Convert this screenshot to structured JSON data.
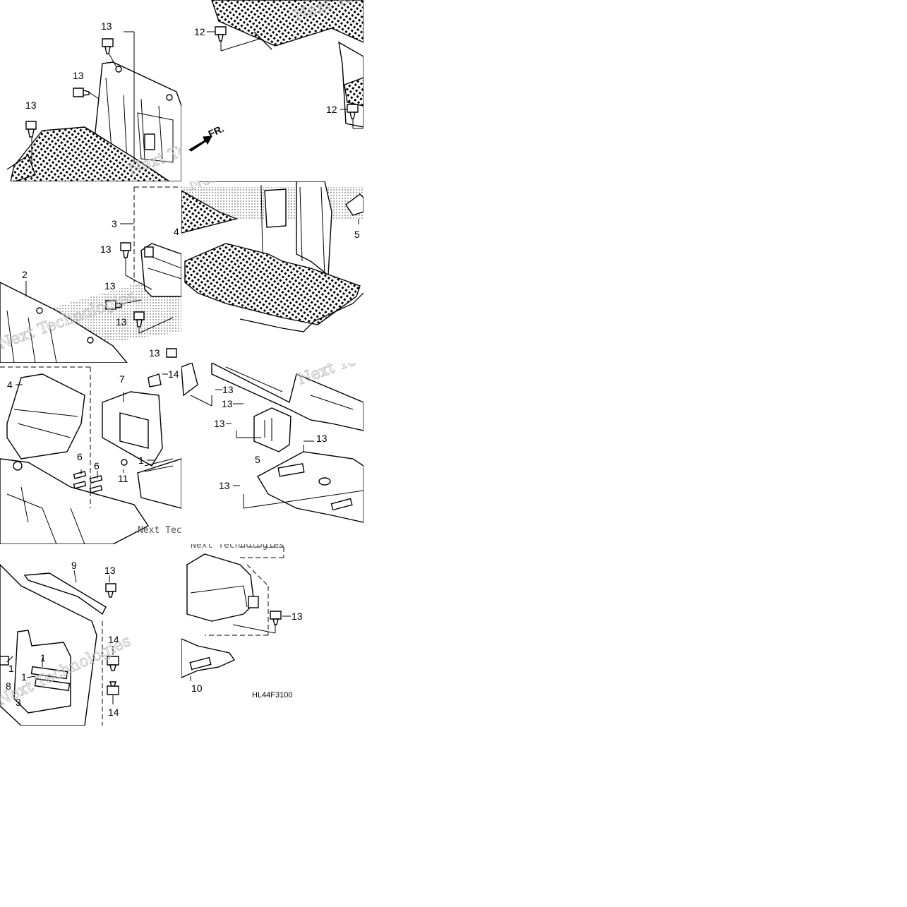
{
  "diagram": {
    "code": "HL44F3100",
    "front_marker": "FR.",
    "watermark": "Next Technologies",
    "tile_1": {
      "callouts": {
        "a": "13",
        "b": "13",
        "c": "13"
      }
    },
    "tile_2": {
      "callouts": {
        "a": "12",
        "b": "12"
      }
    },
    "tile_3": {
      "callouts": {
        "a": "3",
        "b": "4",
        "c": "13",
        "d": "2",
        "e": "13",
        "f": "13",
        "g": "13"
      }
    },
    "tile_4": {
      "callouts": {
        "a": "5"
      }
    },
    "tile_5": {
      "callouts": {
        "a": "4",
        "b": "7",
        "c": "14",
        "d": "6",
        "e": "6",
        "f": "11",
        "g": "1"
      }
    },
    "tile_6": {
      "callouts": {
        "a": "13",
        "b": "13",
        "c": "13",
        "d": "13",
        "e": "5",
        "f": "13"
      }
    },
    "tile_7": {
      "callouts": {
        "a": "9",
        "b": "13",
        "c": "14",
        "d": "1",
        "e": "1",
        "f": "1",
        "g": "8",
        "h": "3",
        "i": "14"
      }
    },
    "tile_8": {
      "callouts": {
        "a": "13",
        "b": "10"
      }
    }
  }
}
